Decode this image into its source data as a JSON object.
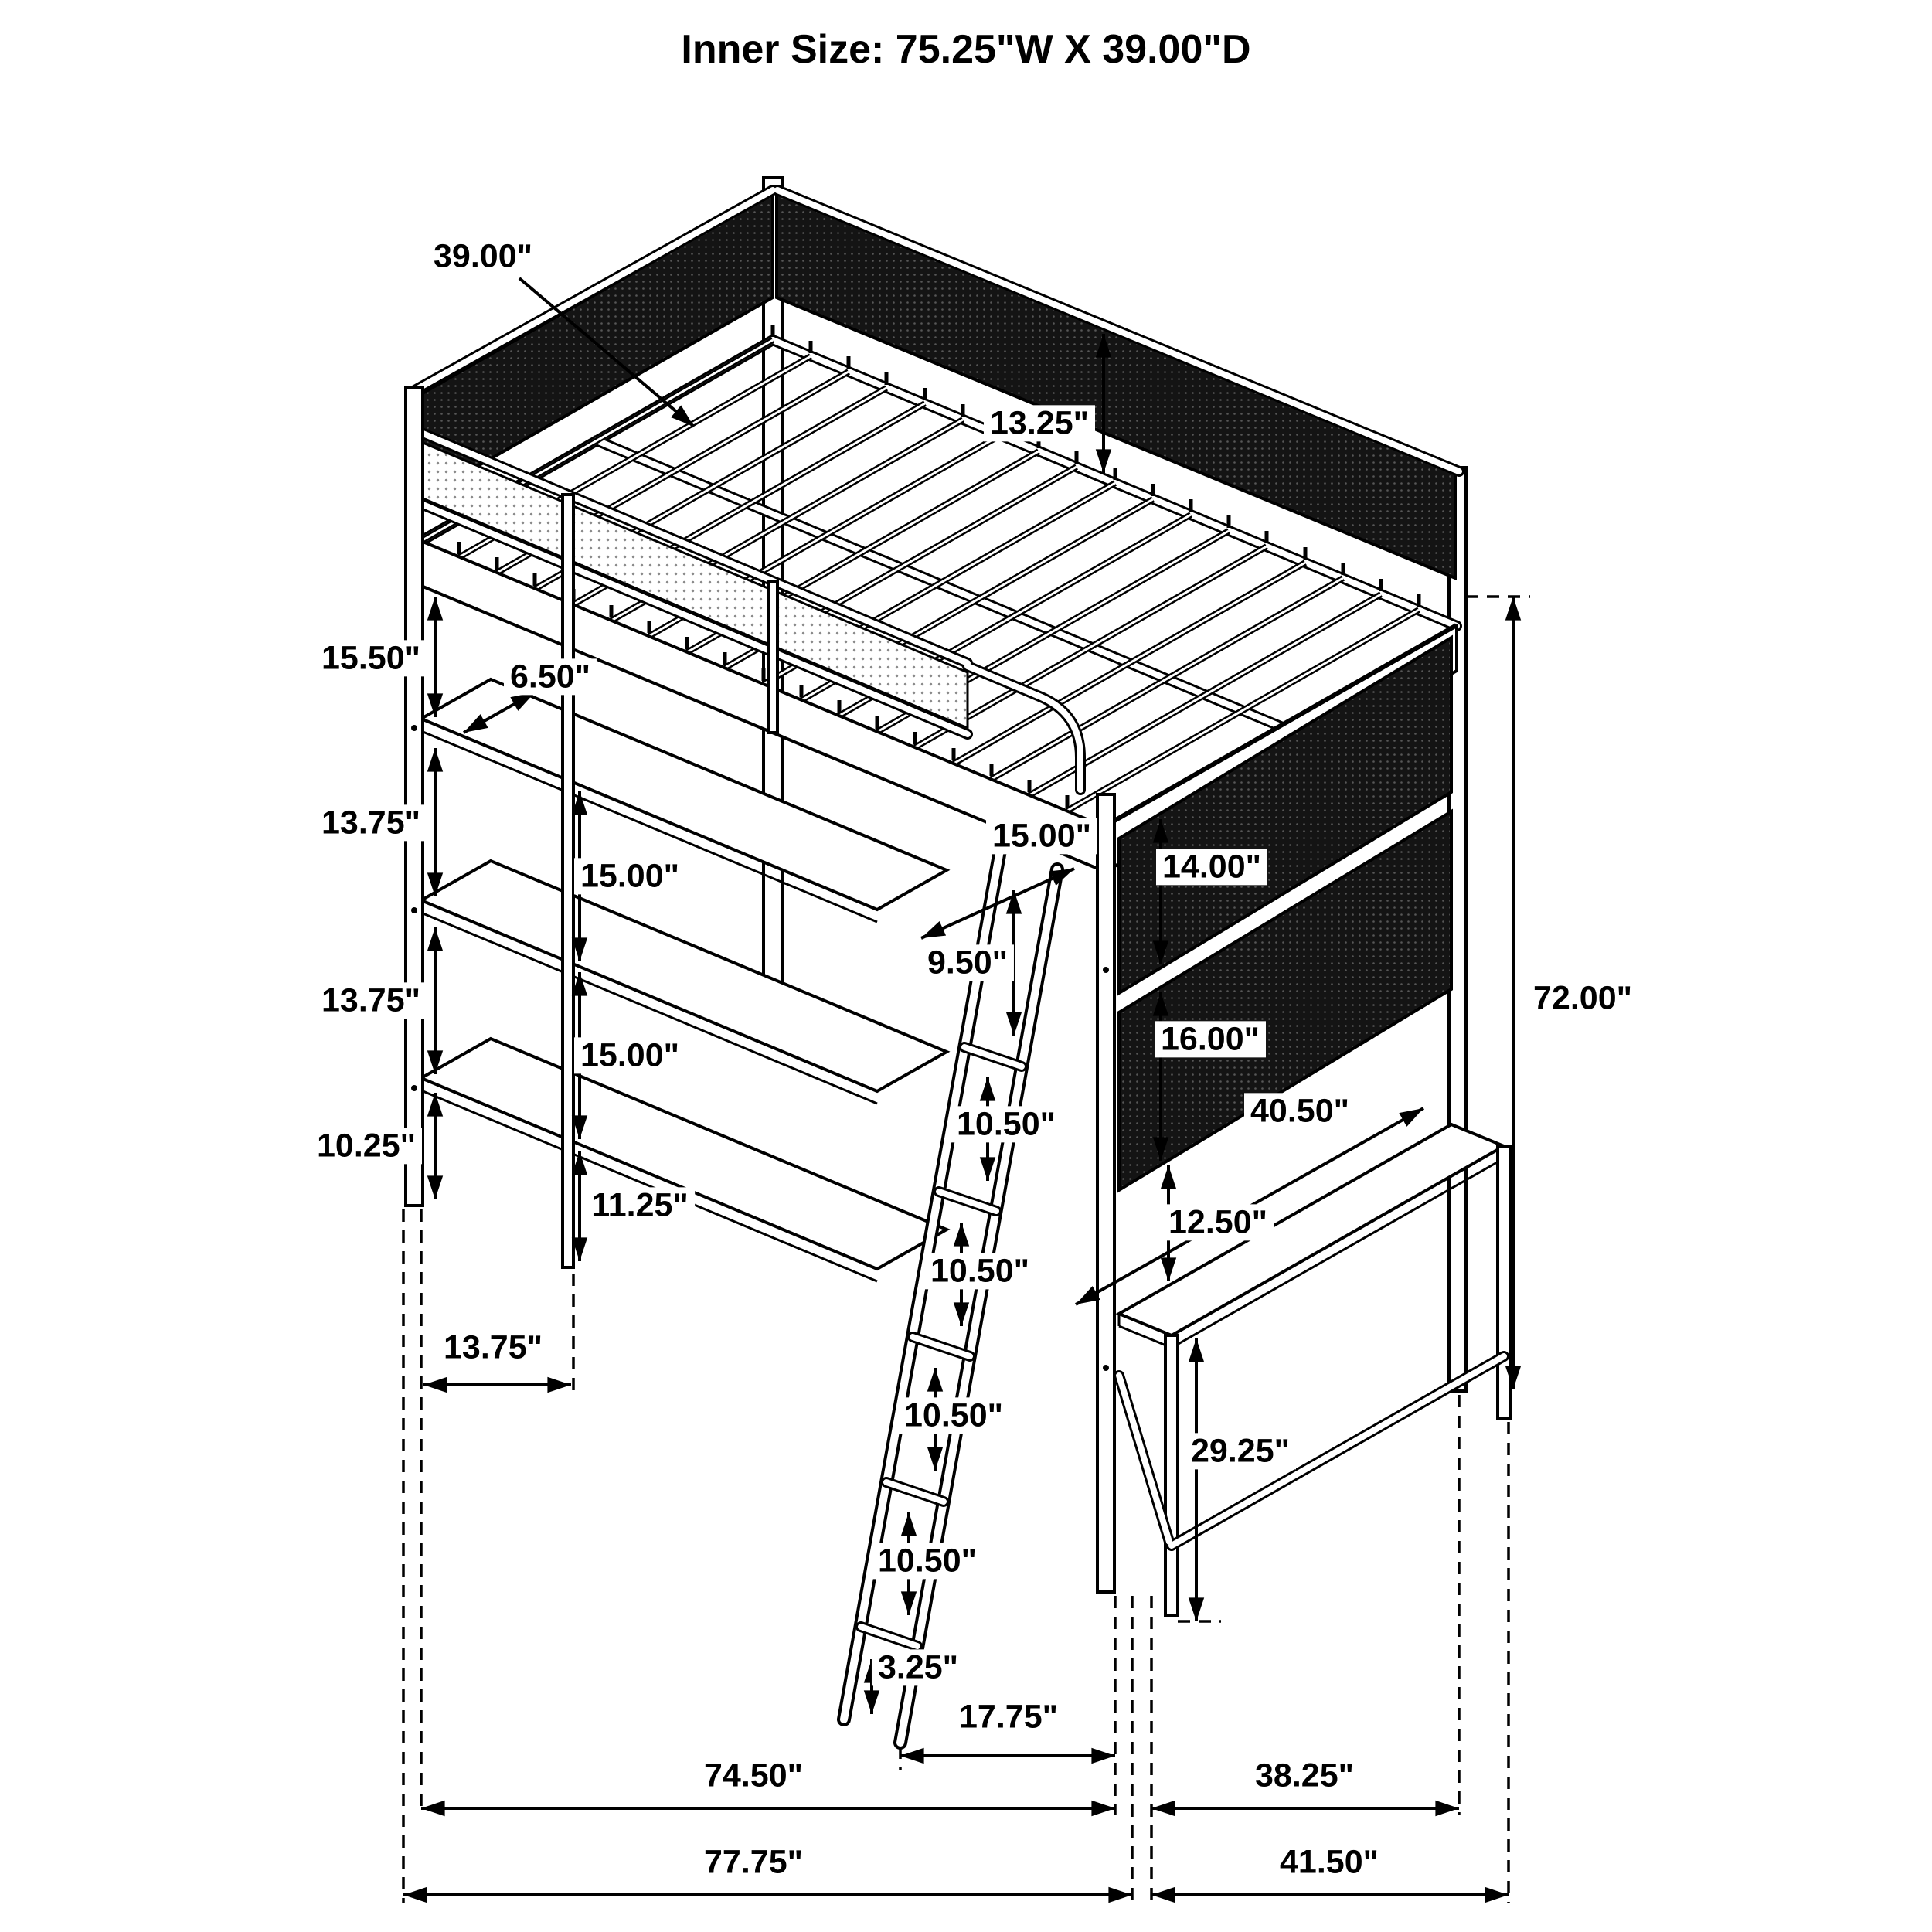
{
  "title": "Inner Size: 75.25\"W X 39.00\"D",
  "colors": {
    "line": "#000000",
    "background": "#ffffff",
    "mesh_panel": "#141414",
    "mesh_dot": "#8a8a8a"
  },
  "dims": {
    "labels": [
      {
        "id": "dim-39-00",
        "text": "39.00\""
      },
      {
        "id": "dim-13-25",
        "text": "13.25\""
      },
      {
        "id": "dim-15-50",
        "text": "15.50\""
      },
      {
        "id": "dim-6-50",
        "text": "6.50\""
      },
      {
        "id": "dim-13-75-a",
        "text": "13.75\""
      },
      {
        "id": "dim-15-00-a",
        "text": "15.00\""
      },
      {
        "id": "dim-13-75-b",
        "text": "13.75\""
      },
      {
        "id": "dim-15-00-b",
        "text": "15.00\""
      },
      {
        "id": "dim-10-25",
        "text": "10.25\""
      },
      {
        "id": "dim-11-25",
        "text": "11.25\""
      },
      {
        "id": "dim-13-75-width",
        "text": "13.75\""
      },
      {
        "id": "dim-15-00-c",
        "text": "15.00\""
      },
      {
        "id": "dim-14-00",
        "text": "14.00\""
      },
      {
        "id": "dim-9-50",
        "text": "9.50\""
      },
      {
        "id": "dim-16-00",
        "text": "16.00\""
      },
      {
        "id": "dim-10-50-a",
        "text": "10.50\""
      },
      {
        "id": "dim-40-50",
        "text": "40.50\""
      },
      {
        "id": "dim-12-50",
        "text": "12.50\""
      },
      {
        "id": "dim-10-50-b",
        "text": "10.50\""
      },
      {
        "id": "dim-10-50-c",
        "text": "10.50\""
      },
      {
        "id": "dim-10-50-d",
        "text": "10.50\""
      },
      {
        "id": "dim-29-25",
        "text": "29.25\""
      },
      {
        "id": "dim-3-25",
        "text": "3.25\""
      },
      {
        "id": "dim-17-75",
        "text": "17.75\""
      },
      {
        "id": "dim-74-50",
        "text": "74.50\""
      },
      {
        "id": "dim-38-25",
        "text": "38.25\""
      },
      {
        "id": "dim-77-75",
        "text": "77.75\""
      },
      {
        "id": "dim-41-50",
        "text": "41.50\""
      },
      {
        "id": "dim-72-00",
        "text": "72.00\""
      }
    ]
  }
}
